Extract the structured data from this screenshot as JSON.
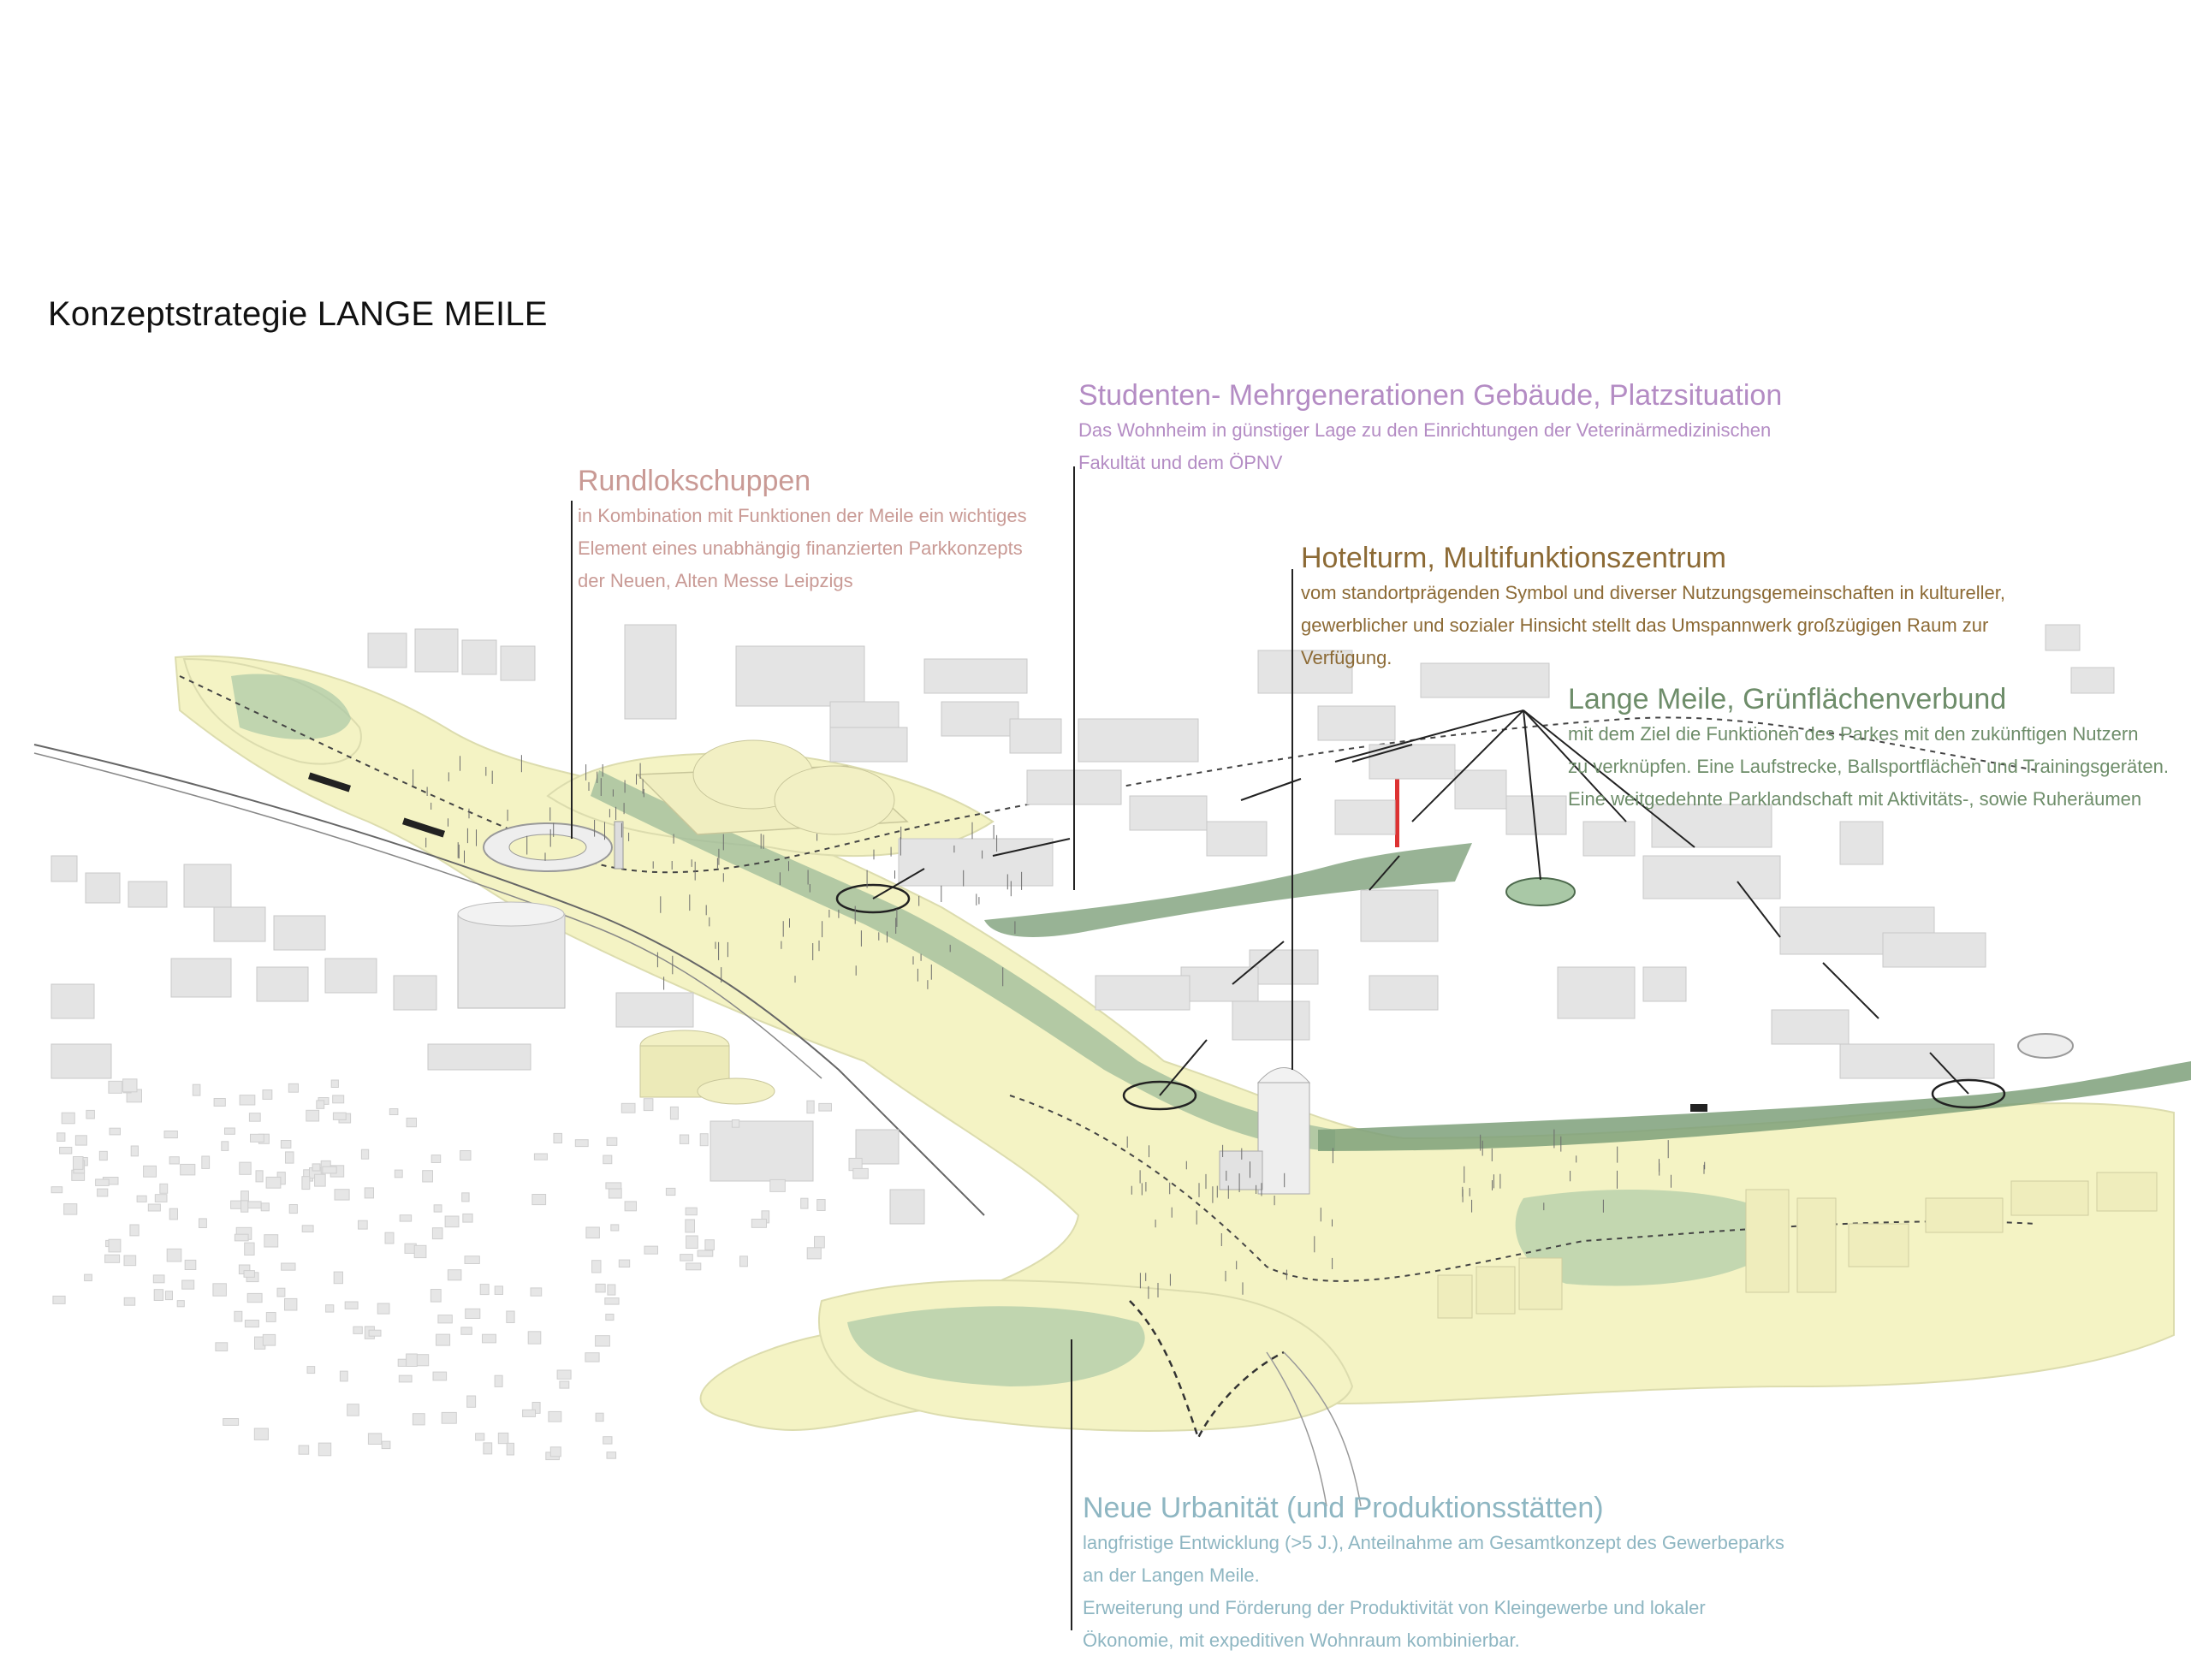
{
  "title": "Konzeptstrategie LANGE MEILE",
  "colors": {
    "rundlok": "#c99a95",
    "studenten": "#b48cc4",
    "hotel": "#8c6a35",
    "meile": "#6e8d6a",
    "neue": "#8eb6c2",
    "park_fill": "#f4f3c4",
    "green_fill": "#9dbb9a",
    "building": "#e4e4e4"
  },
  "callouts": {
    "rundlok": {
      "heading": "Rundlokschuppen",
      "lines": [
        "in Kombination mit Funktionen der Meile ein wichtiges",
        "Element eines unabhängig finanzierten Parkkonzepts",
        "der Neuen, Alten Messe Leipzigs"
      ]
    },
    "studenten": {
      "heading": "Studenten- Mehrgenerationen Gebäude, Platzsituation",
      "lines": [
        "Das Wohnheim in günstiger Lage zu den Einrichtungen der Veterinärmedizinischen",
        "Fakultät und dem ÖPNV"
      ]
    },
    "hotel": {
      "heading": "Hotelturm, Multifunktionszentrum",
      "lines": [
        "vom standortprägenden Symbol und diverser Nutzungsgemeinschaften in kultureller,",
        "gewerblicher und sozialer Hinsicht stellt das Umspannwerk großzügigen Raum zur",
        "Verfügung."
      ]
    },
    "meile": {
      "heading": "Lange Meile, Grünflächenverbund",
      "lines": [
        "mit dem Ziel die Funktionen des Parkes mit den zukünftigen Nutzern",
        "zu verknüpfen. Eine Laufstrecke, Ballsportflächen und Trainingsgeräten.",
        "Eine weitgedehnte Parklandschaft mit Aktivitäts-, sowie Ruheräumen"
      ]
    },
    "neue": {
      "heading": "Neue Urbanität (und Produktionsstätten)",
      "lines": [
        "langfristige Entwicklung (>5 J.), Anteilnahme am Gesamtkonzept des Gewerbeparks",
        "an der Langen Meile.",
        "Erweiterung und Förderung der Produktivität von Kleingewerbe und lokaler",
        "Ökonomie, mit expeditiven Wohnraum kombinierbar."
      ]
    }
  }
}
